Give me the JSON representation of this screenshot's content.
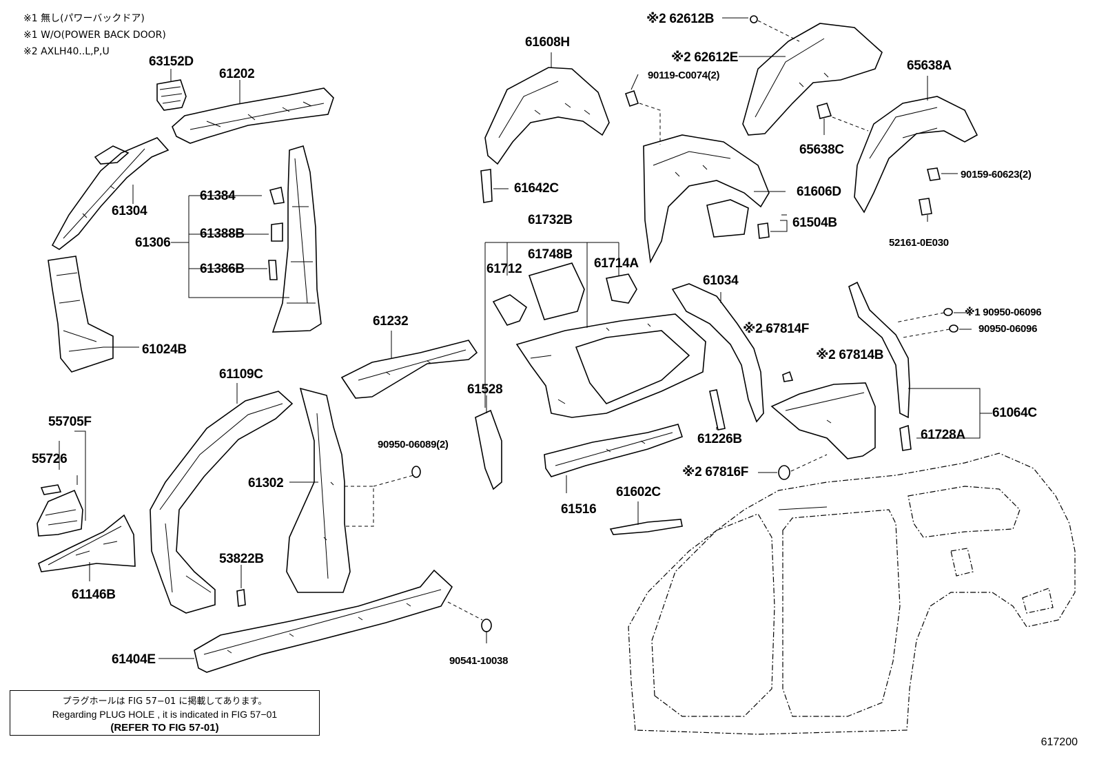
{
  "notes": {
    "note1_jp": "※1 無し(パワーバックドア)",
    "note1_en": "※1 W/O(POWER BACK DOOR)",
    "note2": "※2 AXLH40..L,P,U"
  },
  "labels": {
    "p63152D": "63152D",
    "p61202": "61202",
    "p61304": "61304",
    "p61306": "61306",
    "p61384": "61384",
    "p61388B": "61388B",
    "p61386B": "61386B",
    "p61024B": "61024B",
    "p61109C": "61109C",
    "p55705F": "55705F",
    "p55726": "55726",
    "p61146B": "61146B",
    "p61302": "61302",
    "p53822B": "53822B",
    "p61404E": "61404E",
    "p61232": "61232",
    "p90950_06089": "90950-06089(2)",
    "p90541_10038": "90541-10038",
    "p61608H": "61608H",
    "p61642C": "61642C",
    "p61732B": "61732B",
    "p61712": "61712",
    "p61748B": "61748B",
    "p61714A": "61714A",
    "p61528": "61528",
    "p61516": "61516",
    "p61602C": "61602C",
    "p62612B": "※2 62612B",
    "p62612E": "※2 62612E",
    "p90119": "90119-C0074(2)",
    "p61606D": "61606D",
    "p61504B": "61504B",
    "p65638A": "65638A",
    "p65638C": "65638C",
    "p90159": "90159-60623(2)",
    "p52161": "52161-0E030",
    "p61034": "61034",
    "p67814F": "※2 67814F",
    "p67814B": "※2 67814B",
    "p61226B": "61226B",
    "p67816F": "※2 67816F",
    "p90950_a": "※1 90950-06096",
    "p90950_b": "90950-06096",
    "p61064C": "61064C",
    "p61728A": "61728A"
  },
  "footer": {
    "plug_jp": "プラグホールは FIG 57−01 に掲載してあります。",
    "plug_en": "Regarding PLUG HOLE , it is indicated in FIG 57−01",
    "refer": "(REFER TO FIG 57-01)",
    "diagram_code": "617200"
  }
}
